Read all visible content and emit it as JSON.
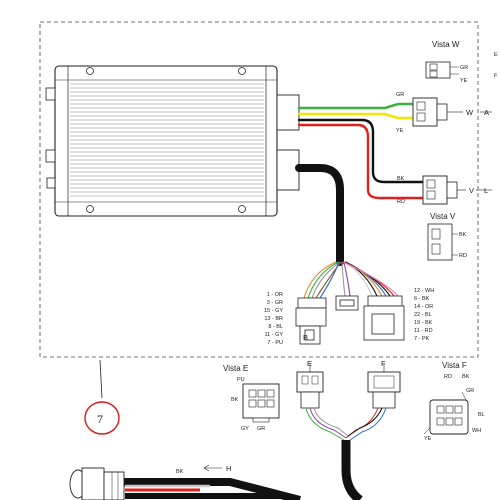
{
  "views": {
    "w": "Vista W",
    "v": "Vista V",
    "e": "Vista E",
    "f": "Vista F"
  },
  "connectors": {
    "w": "W",
    "v": "V",
    "a": "A",
    "l": "L",
    "b": "B",
    "e": "E",
    "f": "F",
    "h": "H",
    "edge_e": "E",
    "edge_f": "F"
  },
  "wire_labels": {
    "w_gr": "GR",
    "w_ye": "YE",
    "vw_gr": "GR",
    "vw_ye": "YE",
    "v_bk": "BK",
    "v_rd": "RD",
    "vv_bk": "BK",
    "vv_rd": "RD",
    "ve_pu": "PU",
    "ve_bk": "BK",
    "ve_gy": "GY",
    "ve_gr": "GR",
    "vf_rd": "RD",
    "vf_bk": "BK",
    "vf_gr": "GR",
    "vf_bl": "BL",
    "vf_ye": "YE",
    "vf_wh": "WH",
    "h_bk": "BK"
  },
  "pin_list_left": [
    "1 - OR",
    "3 - GR",
    "15 - GY",
    "13 - BR",
    "8 - BL",
    "11 - GY",
    "7 - PU"
  ],
  "pin_list_right": [
    "12 - WH",
    "6 - BK",
    "14 - OR",
    "22 - BL",
    "19 - BK",
    "11 - RD",
    "7 - PK"
  ],
  "callout": "7",
  "colors": {
    "green": "#3cb043",
    "yellow": "#f2e600",
    "red": "#e0201c",
    "black": "#111111",
    "callout": "#d81b1b"
  }
}
